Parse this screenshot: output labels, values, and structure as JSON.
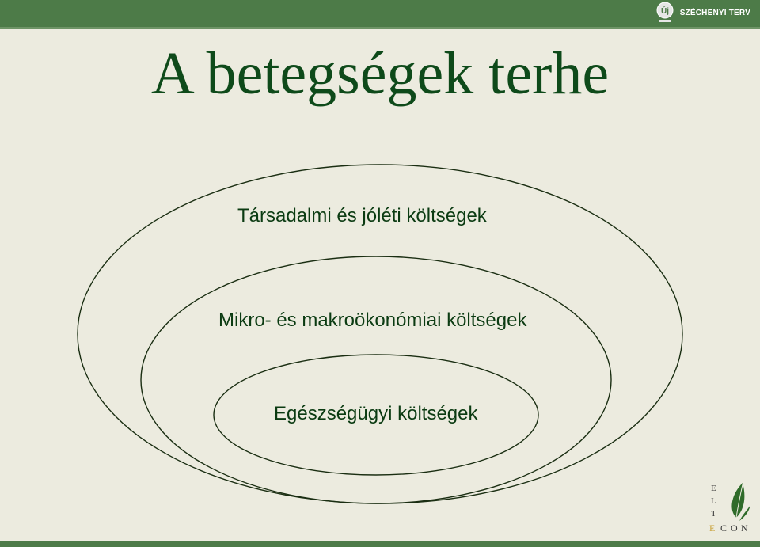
{
  "title": "A betegségek terhe",
  "header_logo": {
    "text": "SZÉCHENYI TERV"
  },
  "diagram": {
    "levels": [
      {
        "label": "Társadalmi és jóléti költségek"
      },
      {
        "label": "Mikro- és makroökonómiai költségek"
      },
      {
        "label": "Egészségügyi költségek"
      }
    ]
  },
  "footer_logo": {
    "letters": [
      "E",
      "L",
      "T",
      "E",
      "C",
      "O",
      "N"
    ]
  },
  "colors": {
    "background": "#ecebdf",
    "bar": "#4d7b48",
    "title": "#0e4a1a",
    "text": "#0b3b12",
    "ellipse_stroke": "#1a2e12"
  }
}
